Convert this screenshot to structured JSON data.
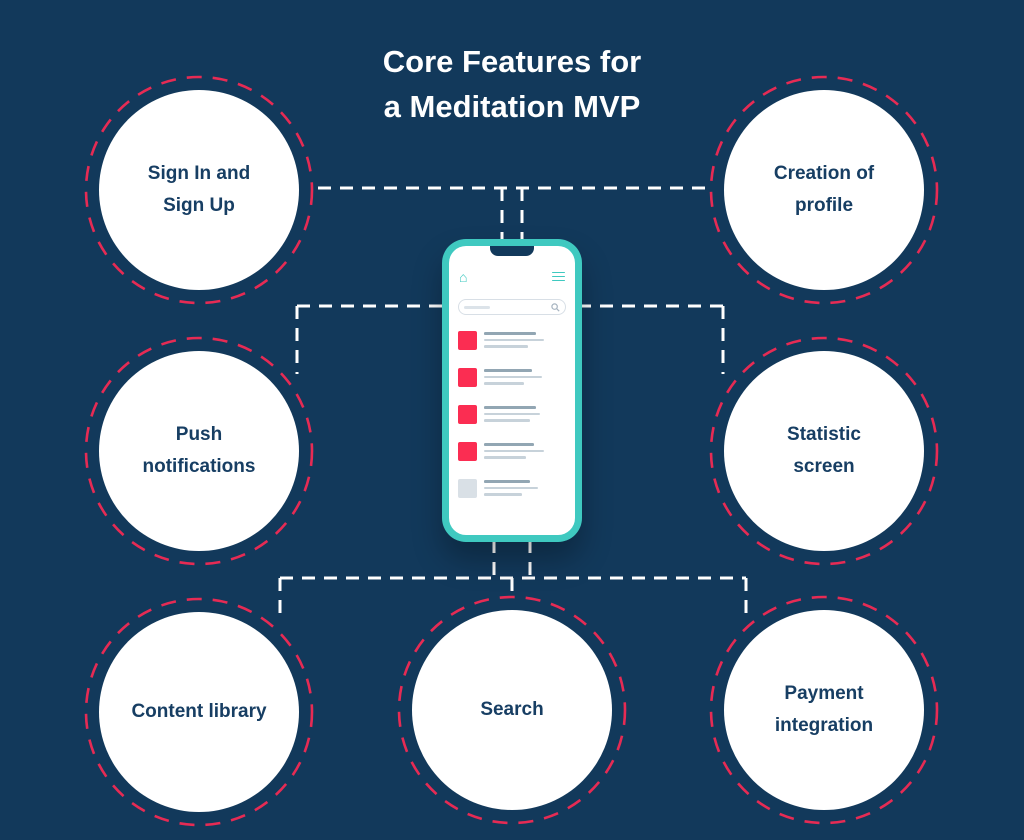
{
  "title": {
    "line1": "Core Features for",
    "line2": "a Meditation MVP"
  },
  "features": [
    {
      "label": "Sign In and Sign Up"
    },
    {
      "label": "Creation of profile"
    },
    {
      "label": "Push notifications"
    },
    {
      "label": "Statistic screen"
    },
    {
      "label": "Content library"
    },
    {
      "label": "Search"
    },
    {
      "label": "Payment integration"
    }
  ],
  "phone": {
    "home_icon_glyph": "⌂",
    "rows": [
      {
        "thumb": "#FB2D52",
        "lines": [
          52,
          60,
          44
        ]
      },
      {
        "thumb": "#FB2D52",
        "lines": [
          48,
          58,
          40
        ]
      },
      {
        "thumb": "#FB2D52",
        "lines": [
          52,
          56,
          46
        ]
      },
      {
        "thumb": "#FB2D52",
        "lines": [
          50,
          60,
          42
        ]
      },
      {
        "thumb": "#D9E0E6",
        "lines": [
          46,
          54,
          38
        ]
      }
    ]
  },
  "colors": {
    "navy": "#12395B",
    "label": "#173E63",
    "ring": "#E62B54",
    "teal": "#3FC9C0",
    "thumb_pink": "#FB2D52",
    "thumb_gray": "#D9E0E6",
    "connector_white": "#FFFFFF"
  }
}
